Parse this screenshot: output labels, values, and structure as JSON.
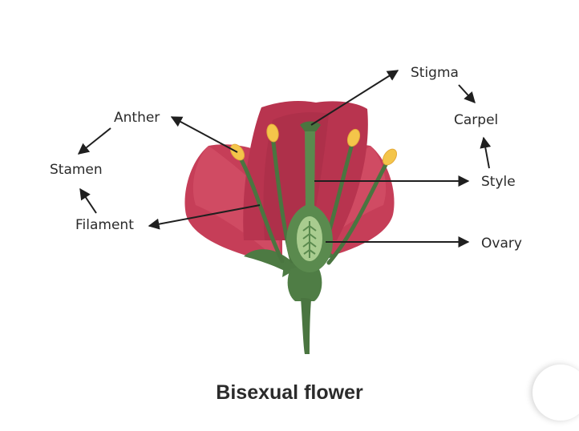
{
  "title": "Bisexual flower",
  "labels": {
    "stigma": "Stigma",
    "carpel": "Carpel",
    "anther": "Anther",
    "stamen": "Stamen",
    "style": "Style",
    "filament": "Filament",
    "ovary": "Ovary"
  },
  "colors": {
    "petal_dark": "#b8344f",
    "petal_light": "#d7526a",
    "green_dark": "#3f6a3a",
    "green_mid": "#5a8a4e",
    "green_light": "#a9cc8f",
    "anther": "#f4c54a",
    "arrow": "#1f1f1f"
  }
}
